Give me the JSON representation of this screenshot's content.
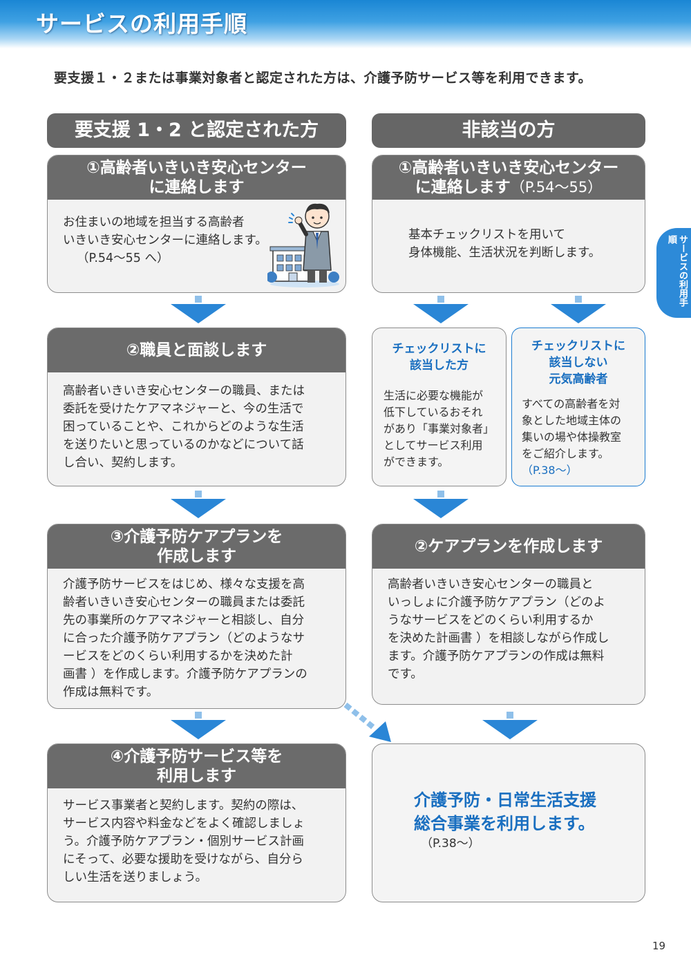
{
  "header": {
    "title": "サービスの利用手順"
  },
  "intro": "要支援１・２または事業対象者と認定された方は、介護予防サービス等を利用できます。",
  "side_tab": "サービスの利用手順",
  "page_number": "19",
  "left": {
    "heading": "要支援 1・2 と認定された方",
    "step1": {
      "title_line1": "①高齢者いきいき安心センター",
      "title_line2": "に連絡します",
      "body_line1": "お住まいの地域を担当する高齢者",
      "body_line2": "いきいき安心センターに連絡します。",
      "body_line3": "（P.54～55 へ）"
    },
    "step2": {
      "title": "②職員と面談します",
      "body_lines": [
        "高齢者いきいき安心センターの職員、または",
        "委託を受けたケアマネジャーと、今の生活で",
        "困っていることや、これからどのような生活",
        "を送りたいと思っているのかなどについて話",
        "し合い、契約します。"
      ]
    },
    "step3": {
      "title_line1": "③介護予防ケアプランを",
      "title_line2": "作成します",
      "body_lines": [
        "介護予防サービスをはじめ、様々な支援を高",
        "齢者いきいき安心センターの職員または委託",
        "先の事業所のケアマネジャーと相談し、自分",
        "に合った介護予防ケアプラン（どのようなサ",
        "ービスをどのくらい利用するかを決めた計",
        "画書 ）を作成します。介護予防ケアプランの",
        "作成は無料です。"
      ]
    },
    "step4": {
      "title_line1": "④介護予防サービス等を",
      "title_line2": "利用します",
      "body_lines": [
        "サービス事業者と契約します。契約の際は、",
        "サービス内容や料金などをよく確認しましょ",
        "う。介護予防ケアプラン・個別サービス計画",
        "にそって、必要な援助を受けながら、自分ら",
        "しい生活を送りましょう。"
      ]
    }
  },
  "right": {
    "heading": "非該当の方",
    "step1": {
      "title_line1": "①高齢者いきいき安心センター",
      "title_line2": "に連絡します",
      "title_ref": "（P.54～55）",
      "body_line1": "基本チェックリストを用いて",
      "body_line2": "身体機能、生活状況を判断します。"
    },
    "check_yes": {
      "title_line1": "チェックリストに",
      "title_line2": "該当した方",
      "body_lines": [
        "生活に必要な機能が",
        "低下しているおそれ",
        "があり「事業対象者」",
        "としてサービス利用",
        "ができます。"
      ]
    },
    "check_no": {
      "title_line1": "チェックリストに",
      "title_line2": "該当しない",
      "title_line3": "元気高齢者",
      "body_lines": [
        "すべての高齢者を対",
        "象とした地域主体の",
        "集いの場や体操教室",
        "をご紹介します。"
      ],
      "ref": "（P.38～）"
    },
    "step2": {
      "title": "②ケアプランを作成します",
      "body_lines": [
        "高齢者いきいき安心センターの職員と",
        "いっしょに介護予防ケアプラン（どのよ",
        "うなサービスをどのくらい利用するか",
        "を決めた計画書 ）を相談しながら作成し",
        "ます。介護予防ケアプランの作成は無料",
        "です。"
      ]
    },
    "final": {
      "line1": "介護予防・日常生活支援",
      "line2": "総合事業を利用します。",
      "ref": "（P.38～）"
    }
  },
  "colors": {
    "accent": "#1a6fc0",
    "arrow": "#2a86d6",
    "heading_bg": "#666666",
    "card_bg": "#f2f2f2"
  }
}
